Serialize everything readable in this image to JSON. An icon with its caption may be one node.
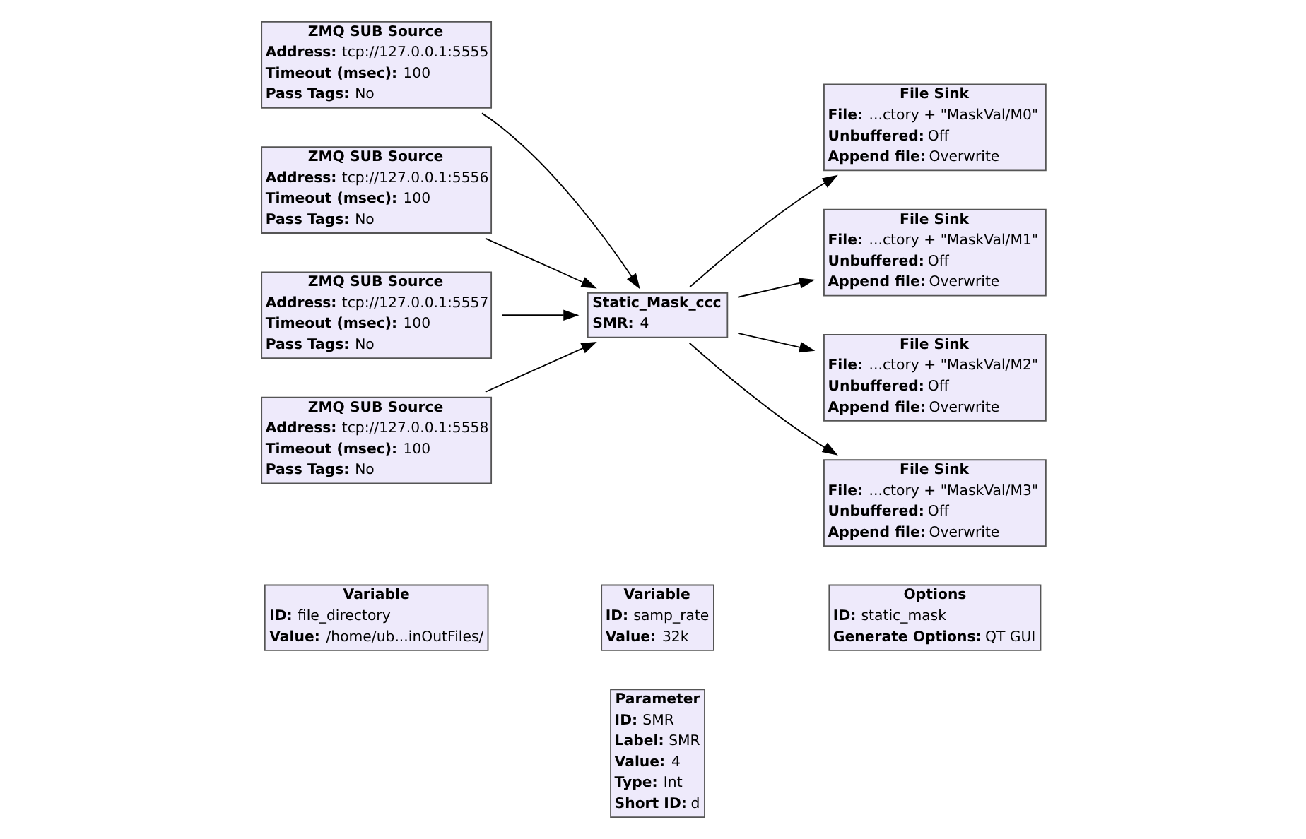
{
  "diagram": {
    "nodes": [
      {
        "text": [
          "Variable",
          "**ID:** file_directory",
          "**Value:** /home/ub...inOutFiles/"
        ]
      },
      {
        "text": [
          "Variable",
          "**ID:** samp_rate",
          "**Value:** 32k"
        ]
      },
      {
        "text": [
          "Options",
          "**ID:** static_mask",
          "**Generate Options:** QT GUI"
        ]
      },
      {
        "text": [
          "Parameter",
          "**ID:** SMR",
          "**Label:** SMR",
          "**Value:** 4",
          "**Type:** Int",
          "**Short ID:** d"
        ]
      },
      {
        "text": [
          "ZMQ SUB Source",
          "**Address:** tcp://127.0.0.1:5555",
          "**Timeout (msec):** 100",
          "**Pass Tags:** No"
        ]
      },
      {
        "text": [
          "ZMQ SUB Source",
          "**Address:** tcp://127.0.0.1:5556",
          "**Timeout (msec):** 100",
          "**Pass Tags:** No"
        ]
      },
      {
        "text": [
          "ZMQ SUB Source",
          "**Address:** tcp://127.0.0.1:5557",
          "**Timeout (msec):** 100",
          "**Pass Tags:** No"
        ]
      },
      {
        "text": [
          "ZMQ SUB Source",
          "**Address:** tcp://127.0.0.1:5558",
          "**Timeout (msec):** 100",
          "**Pass Tags:** No"
        ]
      },
      {
        "text": [
          "Static_Mask_ccc",
          "**SMR:** 4"
        ]
      },
      {
        "text": [
          "File Sink",
          "**File:** ...ctory + \"MaskVal/M0\"",
          "**Unbuffered:** Off",
          "**Append file:** Overwrite"
        ]
      },
      {
        "text": [
          "File Sink",
          "**File:** ...ctory + \"MaskVal/M1\"",
          "**Unbuffered:** Off",
          "**Append file:** Overwrite"
        ]
      },
      {
        "text": [
          "File Sink",
          "**File:** ...ctory + \"MaskVal/M2\"",
          "**Unbuffered:** Off",
          "**Append file:** Overwrite"
        ]
      },
      {
        "text": [
          "File Sink",
          "**File:** ...ctory + \"MaskVal/M3\"",
          "**Unbuffered:** Off",
          "**Append file:** Overwrite"
        ]
      }
    ],
    "edges": [
      {
        "from": 4,
        "to": 8,
        "arrow": "to"
      },
      {
        "from": 5,
        "to": 8,
        "arrow": "to"
      },
      {
        "from": 6,
        "to": 8,
        "arrow": "to"
      },
      {
        "from": 7,
        "to": 8,
        "arrow": "to"
      },
      {
        "from": 8,
        "to": 9,
        "arrow": "to"
      },
      {
        "from": 8,
        "to": 10,
        "arrow": "to"
      },
      {
        "from": 8,
        "to": 11,
        "arrow": "to"
      },
      {
        "from": 8,
        "to": 12,
        "arrow": "to"
      }
    ]
  }
}
